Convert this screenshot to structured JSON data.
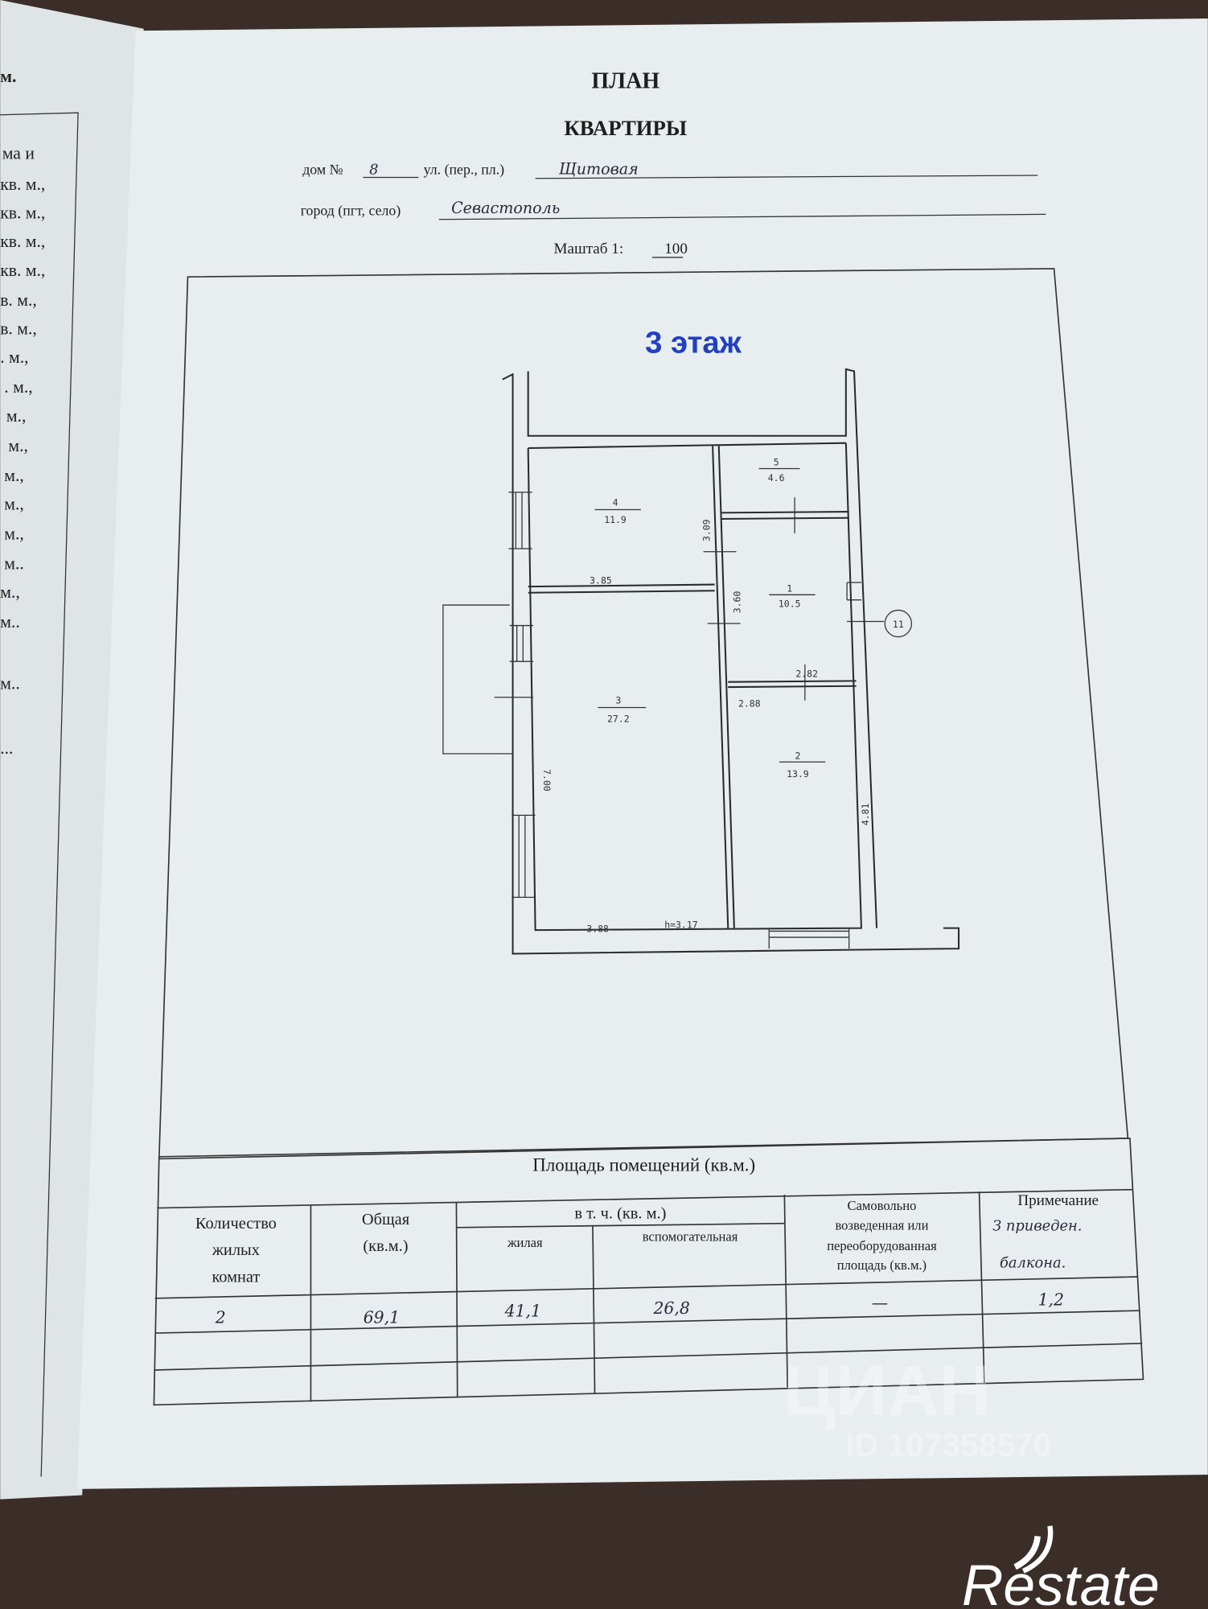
{
  "left_page": {
    "lines": [
      "м.",
      "ма и",
      "кв. м.,",
      "кв. м.,",
      "кв. м.,",
      "кв. м.,",
      "в. м.,",
      "в. м.,",
      ". м.,",
      ". м.,",
      "м.,",
      "м.,",
      "м.,",
      "м.,",
      "м.,",
      "м..",
      "м.,",
      "м..",
      "м..",
      "..."
    ]
  },
  "header": {
    "title": "ПЛАН",
    "subtitle": "КВАРТИРЫ",
    "house_label": "дом №",
    "house_value": "8",
    "street_label": "ул. (пер., пл.)",
    "street_value": "Щитовая",
    "city_label": "город (пгт, село)",
    "city_value": "Севастополь",
    "scale_label": "Маштаб 1:",
    "scale_value": "100"
  },
  "plan": {
    "floor_label": "3 этаж",
    "floor_label_color": "#2040c0",
    "rooms": [
      {
        "number": "4",
        "area": "11.9"
      },
      {
        "number": "5",
        "area": "4.6"
      },
      {
        "number": "1",
        "area": "10.5"
      },
      {
        "number": "3",
        "area": "27.2"
      },
      {
        "number": "2",
        "area": "13.9"
      }
    ],
    "dimensions": [
      "3.85",
      "3.09",
      "3.60",
      "2.82",
      "2.88",
      "7.00",
      "4.81",
      "3.88",
      "h=3.17"
    ],
    "apartment_marker": "11"
  },
  "table": {
    "title": "Площадь помещений (кв.м.)",
    "headers": {
      "rooms": [
        "Количество",
        "жилых",
        "комнат"
      ],
      "total": [
        "Общая",
        "(кв.м.)"
      ],
      "incl": "в т. ч. (кв. м.)",
      "living": "жилая",
      "auxiliary": "вспомогательная",
      "unauthorized": [
        "Самовольно",
        "возведенная или",
        "переоборудованная",
        "площадь (кв.м.)"
      ],
      "note": "Примечание"
    },
    "note_handwritten": [
      "З приведен.",
      "балкона."
    ],
    "row": {
      "rooms": "2",
      "total": "69,1",
      "living": "41,1",
      "auxiliary": "26,8",
      "unauthorized": "—",
      "note": "1,2"
    }
  },
  "watermark": {
    "brand": "ЦИАН",
    "id": "ID 107358570"
  },
  "logo": {
    "text": "Restate"
  }
}
